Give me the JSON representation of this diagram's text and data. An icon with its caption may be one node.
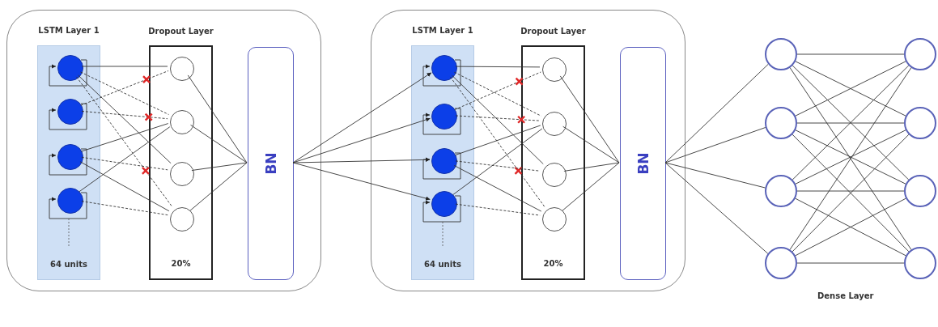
{
  "diagram": {
    "nodes": [
      {
        "text": [],
        "shape": "box"
      },
      {
        "text": [
          "LSTM Layer 1",
          "64 units"
        ],
        "in": 0
      },
      {
        "text": [],
        "shape": "circle",
        "in": 1
      },
      {
        "text": [],
        "shape": "circle",
        "in": 1
      },
      {
        "text": [],
        "shape": "circle",
        "in": 1
      },
      {
        "text": [],
        "shape": "circle",
        "in": 1
      },
      {
        "text": [
          "Dropout Layer",
          "20%"
        ],
        "in": 0
      },
      {
        "text": [],
        "shape": "circle",
        "in": 6
      },
      {
        "text": [],
        "shape": "circle",
        "in": 6
      },
      {
        "text": [],
        "shape": "circle",
        "in": 6
      },
      {
        "text": [],
        "shape": "circle",
        "in": 6
      },
      {
        "text": [
          "BN"
        ],
        "in": 0
      },
      {
        "text": [],
        "shape": "box"
      },
      {
        "text": [
          "LSTM Layer 1",
          "64 units"
        ],
        "in": 12
      },
      {
        "text": [],
        "shape": "circle",
        "in": 13
      },
      {
        "text": [],
        "shape": "circle",
        "in": 13
      },
      {
        "text": [],
        "shape": "circle",
        "in": 13
      },
      {
        "text": [],
        "shape": "circle",
        "in": 13
      },
      {
        "text": [
          "Dropout Layer",
          "20%"
        ],
        "in": 12
      },
      {
        "text": [],
        "shape": "circle",
        "in": 18
      },
      {
        "text": [],
        "shape": "circle",
        "in": 18
      },
      {
        "text": [],
        "shape": "circle",
        "in": 18
      },
      {
        "text": [],
        "shape": "circle",
        "in": 18
      },
      {
        "text": [
          "BN"
        ],
        "in": 12
      },
      {
        "text": [],
        "shape": "circle"
      },
      {
        "text": [],
        "shape": "circle"
      },
      {
        "text": [],
        "shape": "circle"
      },
      {
        "text": [],
        "shape": "circle"
      },
      {
        "text": [],
        "shape": "circle"
      },
      {
        "text": [],
        "shape": "circle"
      },
      {
        "text": [],
        "shape": "circle"
      },
      {
        "text": [],
        "shape": "circle"
      }
    ],
    "edges": [
      {
        "from": 2,
        "to": 2,
        "arrow": "to"
      },
      {
        "from": 3,
        "to": 3,
        "arrow": "to"
      },
      {
        "from": 4,
        "to": 4,
        "arrow": "to"
      },
      {
        "from": 5,
        "to": 5,
        "arrow": "to"
      },
      {
        "from": 2,
        "to": 7,
        "arrow": "none"
      },
      {
        "from": 2,
        "to": 8,
        "arrow": "none",
        "style": "dashed"
      },
      {
        "from": 2,
        "to": 9,
        "arrow": "none"
      },
      {
        "from": 2,
        "to": 10,
        "arrow": "none",
        "style": "dashed"
      },
      {
        "from": 3,
        "to": 7,
        "arrow": "none",
        "style": "dashed"
      },
      {
        "from": 3,
        "to": 8,
        "arrow": "none",
        "style": "dashed"
      },
      {
        "from": 4,
        "to": 8,
        "arrow": "none"
      },
      {
        "from": 4,
        "to": 9,
        "arrow": "none",
        "style": "dashed"
      },
      {
        "from": 4,
        "to": 10,
        "arrow": "none"
      },
      {
        "from": 5,
        "to": 8,
        "arrow": "none"
      },
      {
        "from": 5,
        "to": 10,
        "arrow": "none",
        "style": "dashed"
      },
      {
        "from": 7,
        "to": 11,
        "arrow": "none"
      },
      {
        "from": 8,
        "to": 11,
        "arrow": "none"
      },
      {
        "from": 9,
        "to": 11,
        "arrow": "none"
      },
      {
        "from": 10,
        "to": 11,
        "arrow": "none"
      },
      {
        "from": 11,
        "to": 14,
        "arrow": "to"
      },
      {
        "from": 11,
        "to": 15,
        "arrow": "to"
      },
      {
        "from": 11,
        "to": 16,
        "arrow": "to"
      },
      {
        "from": 11,
        "to": 17,
        "arrow": "to"
      },
      {
        "from": 14,
        "to": 14,
        "arrow": "to"
      },
      {
        "from": 15,
        "to": 15,
        "arrow": "to"
      },
      {
        "from": 16,
        "to": 16,
        "arrow": "to"
      },
      {
        "from": 17,
        "to": 17,
        "arrow": "to"
      },
      {
        "from": 14,
        "to": 19,
        "arrow": "none"
      },
      {
        "from": 14,
        "to": 20,
        "arrow": "none",
        "style": "dashed"
      },
      {
        "from": 14,
        "to": 21,
        "arrow": "none"
      },
      {
        "from": 14,
        "to": 22,
        "arrow": "none",
        "style": "dashed"
      },
      {
        "from": 15,
        "to": 19,
        "arrow": "none",
        "style": "dashed"
      },
      {
        "from": 15,
        "to": 20,
        "arrow": "none",
        "style": "dashed"
      },
      {
        "from": 16,
        "to": 20,
        "arrow": "none"
      },
      {
        "from": 16,
        "to": 21,
        "arrow": "none",
        "style": "dashed"
      },
      {
        "from": 16,
        "to": 22,
        "arrow": "none"
      },
      {
        "from": 17,
        "to": 20,
        "arrow": "none"
      },
      {
        "from": 17,
        "to": 22,
        "arrow": "none",
        "style": "dashed"
      },
      {
        "from": 19,
        "to": 23,
        "arrow": "none"
      },
      {
        "from": 20,
        "to": 23,
        "arrow": "none"
      },
      {
        "from": 21,
        "to": 23,
        "arrow": "none"
      },
      {
        "from": 22,
        "to": 23,
        "arrow": "none"
      },
      {
        "from": 23,
        "to": 24,
        "arrow": "none"
      },
      {
        "from": 23,
        "to": 25,
        "arrow": "none"
      },
      {
        "from": 23,
        "to": 26,
        "arrow": "none"
      },
      {
        "from": 23,
        "to": 27,
        "arrow": "none"
      },
      {
        "from": 24,
        "to": 28,
        "arrow": "none"
      },
      {
        "from": 24,
        "to": 29,
        "arrow": "none"
      },
      {
        "from": 24,
        "to": 30,
        "arrow": "none"
      },
      {
        "from": 24,
        "to": 31,
        "arrow": "none"
      },
      {
        "from": 25,
        "to": 28,
        "arrow": "none"
      },
      {
        "from": 25,
        "to": 29,
        "arrow": "none"
      },
      {
        "from": 25,
        "to": 30,
        "arrow": "none"
      },
      {
        "from": 25,
        "to": 31,
        "arrow": "none"
      },
      {
        "from": 26,
        "to": 28,
        "arrow": "none"
      },
      {
        "from": 26,
        "to": 29,
        "arrow": "none"
      },
      {
        "from": 26,
        "to": 30,
        "arrow": "none"
      },
      {
        "from": 26,
        "to": 31,
        "arrow": "none"
      },
      {
        "from": 27,
        "to": 28,
        "arrow": "none"
      },
      {
        "from": 27,
        "to": 29,
        "arrow": "none"
      },
      {
        "from": 27,
        "to": 30,
        "arrow": "none"
      },
      {
        "from": 27,
        "to": 31,
        "arrow": "none"
      }
    ],
    "labels": [
      "Dense Layer"
    ]
  }
}
